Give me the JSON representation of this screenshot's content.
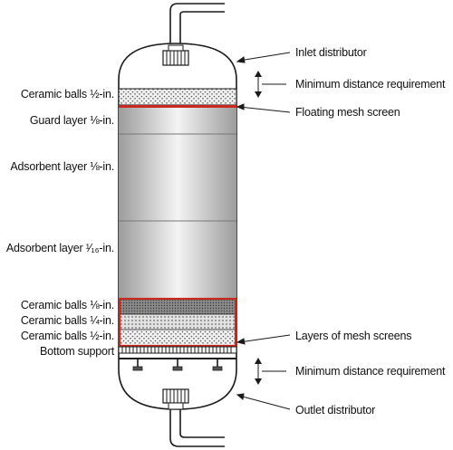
{
  "labels_left": {
    "ceramic_top": "Ceramic balls ½-in.",
    "guard": "Guard layer ⅛-in.",
    "adsorbent_1": "Adsorbent layer ⅛-in.",
    "adsorbent_2": "Adsorbent layer ¹⁄₁₆-in.",
    "ceramic_1": "Ceramic balls ⅛-in.",
    "ceramic_2": "Ceramic balls ¼-in.",
    "ceramic_3": "Ceramic balls ½-in.",
    "bottom_support": "Bottom support"
  },
  "labels_right": {
    "inlet": "Inlet distributor",
    "min_distance_top": "Minimum distance requirement",
    "floating_mesh": "Floating mesh screen",
    "mesh_layers": "Layers of mesh screens",
    "min_distance_bottom": "Minimum distance requirement",
    "outlet": "Outlet distributor"
  },
  "colors": {
    "outline": "#1a1a1a",
    "mesh_red": "#c8281e",
    "bed_dark": "#9a9a9a",
    "bed_light": "#f2f2f2",
    "support": "#555555"
  }
}
